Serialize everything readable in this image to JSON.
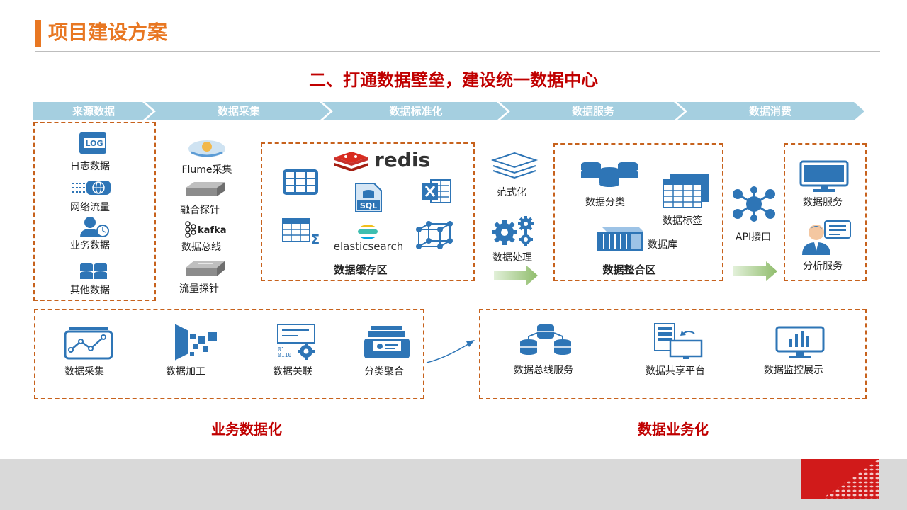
{
  "page": {
    "title": "项目建设方案",
    "subtitle": "二、打通数据壁垒，建设统一数据中心"
  },
  "colors": {
    "accent": "#e87722",
    "subtitle": "#c00000",
    "chevron": "#a5cfe0",
    "border": "#c7621d",
    "icon_blue": "#2e75b6",
    "arrow_green": "#a9d18e"
  },
  "stages": [
    "来源数据",
    "数据采集",
    "数据标准化",
    "数据服务",
    "数据消费"
  ],
  "sources": [
    "日志数据",
    "网络流量",
    "业务数据",
    "其他数据"
  ],
  "collection": [
    "Flume采集",
    "融合探针",
    "数据总线",
    "流量探针"
  ],
  "cache": {
    "label": "数据缓存区",
    "redis": "redis",
    "elastic": "elasticsearch",
    "sql": "SQL",
    "log_text": "LOG"
  },
  "standardize": [
    "范式化",
    "数据处理"
  ],
  "integration": {
    "label": "数据整合区",
    "items": [
      "数据分类",
      "数据标签",
      "数据库"
    ]
  },
  "api": "API接口",
  "consume": [
    "数据服务",
    "分析服务"
  ],
  "business_steps": [
    "数据采集",
    "数据加工",
    "数据关联",
    "分类聚合"
  ],
  "service_steps": [
    "数据总线服务",
    "数据共享平台",
    "数据监控展示"
  ],
  "bottom_labels": [
    "业务数据化",
    "数据业务化"
  ],
  "kafka": "kafka"
}
